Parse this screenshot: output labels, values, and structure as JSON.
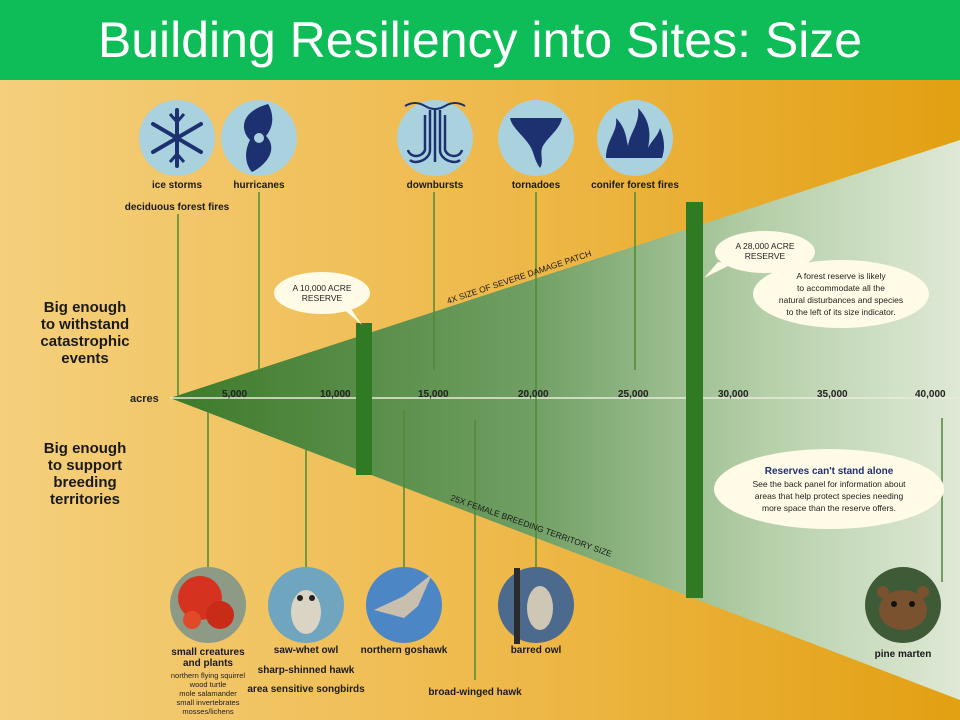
{
  "title": "Building Resiliency into Sites: Size",
  "disturbances": [
    {
      "label": "ice storms",
      "icon": "snowflake-icon"
    },
    {
      "label": "hurricanes",
      "icon": "hurricane-icon"
    },
    {
      "label": "downbursts",
      "icon": "downburst-icon"
    },
    {
      "label": "tornadoes",
      "icon": "tornado-icon"
    },
    {
      "label": "conifer forest fires",
      "icon": "fire-icon"
    }
  ],
  "deciduous_fires": "deciduous forest fires",
  "left_labels": {
    "top": [
      "Big enough",
      "to withstand",
      "catastrophic",
      "events"
    ],
    "bottom": [
      "Big enough",
      "to support",
      "breeding",
      "territories"
    ]
  },
  "axis": {
    "unit": "acres",
    "ticks": [
      "5,000",
      "10,000",
      "15,000",
      "20,000",
      "25,000",
      "30,000",
      "35,000",
      "40,000"
    ]
  },
  "wedge_labels": {
    "upper": "4X SIZE OF SEVERE DAMAGE PATCH",
    "lower": "25X FEMALE BREEDING TERRITORY SIZE"
  },
  "callouts": {
    "reserve_10000": [
      "A 10,000 ACRE",
      "RESERVE"
    ],
    "reserve_28000": [
      "A 28,000 ACRE",
      "RESERVE"
    ],
    "forest_reserve": [
      "A forest reserve is likely",
      "to accommodate all the",
      "natural disturbances and species",
      "to the left of its size indicator."
    ],
    "stand_alone_title": "Reserves can't stand alone",
    "stand_alone_body": [
      "See the back panel for information about",
      "areas that help protect species needing",
      "more space than the reserve offers."
    ]
  },
  "species": {
    "small_creatures": [
      "small creatures",
      "and plants"
    ],
    "small_list": [
      "northern flying squirrel",
      "wood turtle",
      "mole salamander",
      "small invertebrates",
      "mosses/lichens"
    ],
    "saw_whet_owl": "saw-whet owl",
    "sharp_shinned_hawk": "sharp-shinned hawk",
    "area_sensitive_songbirds": "area sensitive songbirds",
    "northern_goshawk": "northern goshawk",
    "broad_winged_hawk": "broad-winged hawk",
    "barred_owl": "barred owl",
    "pine_marten": "pine marten"
  },
  "colors": {
    "title_bar": "#0fbd58",
    "wedge_dark": "#3f7d2c",
    "icon_circle": "#a9d2de",
    "icon_fill": "#1d3170"
  }
}
